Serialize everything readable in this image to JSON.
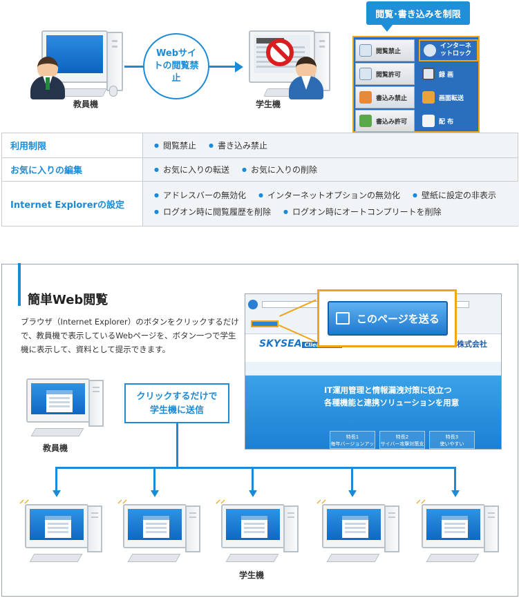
{
  "top": {
    "teacher_label": "教員機",
    "student_label": "学生機",
    "bubble_text": "Webサイトの閲覧禁止",
    "banner": "閲覧･書き込みを制限",
    "panel_left": [
      "閲覧禁止",
      "閲覧許可",
      "書込み禁止",
      "書込み許可"
    ],
    "panel_right": [
      "インターネットロック",
      "録 画",
      "画面転送",
      "配 布"
    ]
  },
  "table": {
    "rows": [
      {
        "header": "利用制限",
        "lines": [
          [
            "閲覧禁止",
            "書き込み禁止"
          ]
        ]
      },
      {
        "header": "お気に入りの編集",
        "lines": [
          [
            "お気に入りの転送",
            "お気に入りの削除"
          ]
        ]
      },
      {
        "header": "Internet Explorerの設定",
        "lines": [
          [
            "アドレスバーの無効化",
            "インターネットオプションの無効化",
            "壁紙に設定の非表示"
          ],
          [
            "ログオン時に閲覧履歴を削除",
            "ログオン時にオートコンプリートを削除"
          ]
        ]
      }
    ]
  },
  "bottom": {
    "title": "簡単Web閲覧",
    "desc": "ブラウザ（Internet Explorer）のボタンをクリックするだけで、教員機で表示しているWebページを、ボタン一つで学生機に表示して、資料として提示できます。",
    "teacher_label": "教員機",
    "student_label": "学生機",
    "callout": "クリックするだけで学生機に送信",
    "send_button": "このページを送る",
    "browser": {
      "logo": "SKYSEA",
      "logo_sub": "Client View",
      "company": "株式会社",
      "hero_line1": "IT運用管理と情報漏洩対策に役立つ",
      "hero_line2": "各種機能と連携ソリューションを用意",
      "features": [
        {
          "title": "特長1",
          "text": "毎年バージョンアップ"
        },
        {
          "title": "特長2",
          "text": "サイバー攻撃対策支援"
        },
        {
          "title": "特長3",
          "text": "使いやすい"
        }
      ]
    }
  },
  "colors": {
    "accent": "#1d8ad6",
    "highlight": "#f0a418"
  }
}
